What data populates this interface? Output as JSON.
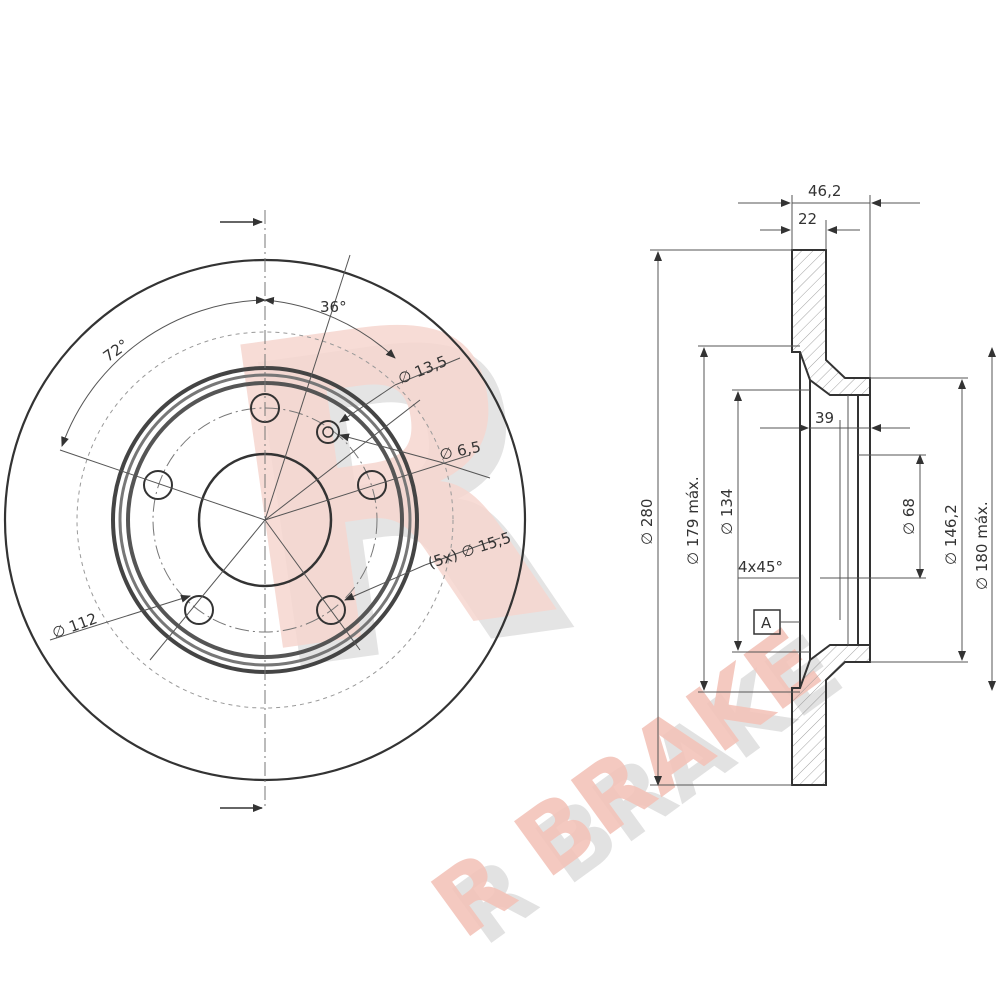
{
  "watermark": {
    "letter": "R",
    "text": "R BRAKE",
    "color": "#f4c8c0",
    "shadow": "#d8d8d8"
  },
  "dimensions": {
    "angle_36": "36°",
    "angle_72": "72°",
    "hole_13_5": "∅ 13,5",
    "hole_6_5": "∅ 6,5",
    "bolt_holes": "(5x) ∅ 15,5",
    "pcd_112": "∅ 112",
    "total_height": "46,2",
    "thickness_22": "22",
    "diameter_280": "∅ 280",
    "diameter_179": "∅ 179 máx.",
    "diameter_134": "∅ 134",
    "depth_39": "39",
    "diameter_68": "∅ 68",
    "diameter_146_2": "∅ 146,2",
    "diameter_180": "∅ 180 máx.",
    "chamfer": "4x45°",
    "datum": "A"
  },
  "colors": {
    "line": "#333333",
    "face_ring": "#666666"
  }
}
